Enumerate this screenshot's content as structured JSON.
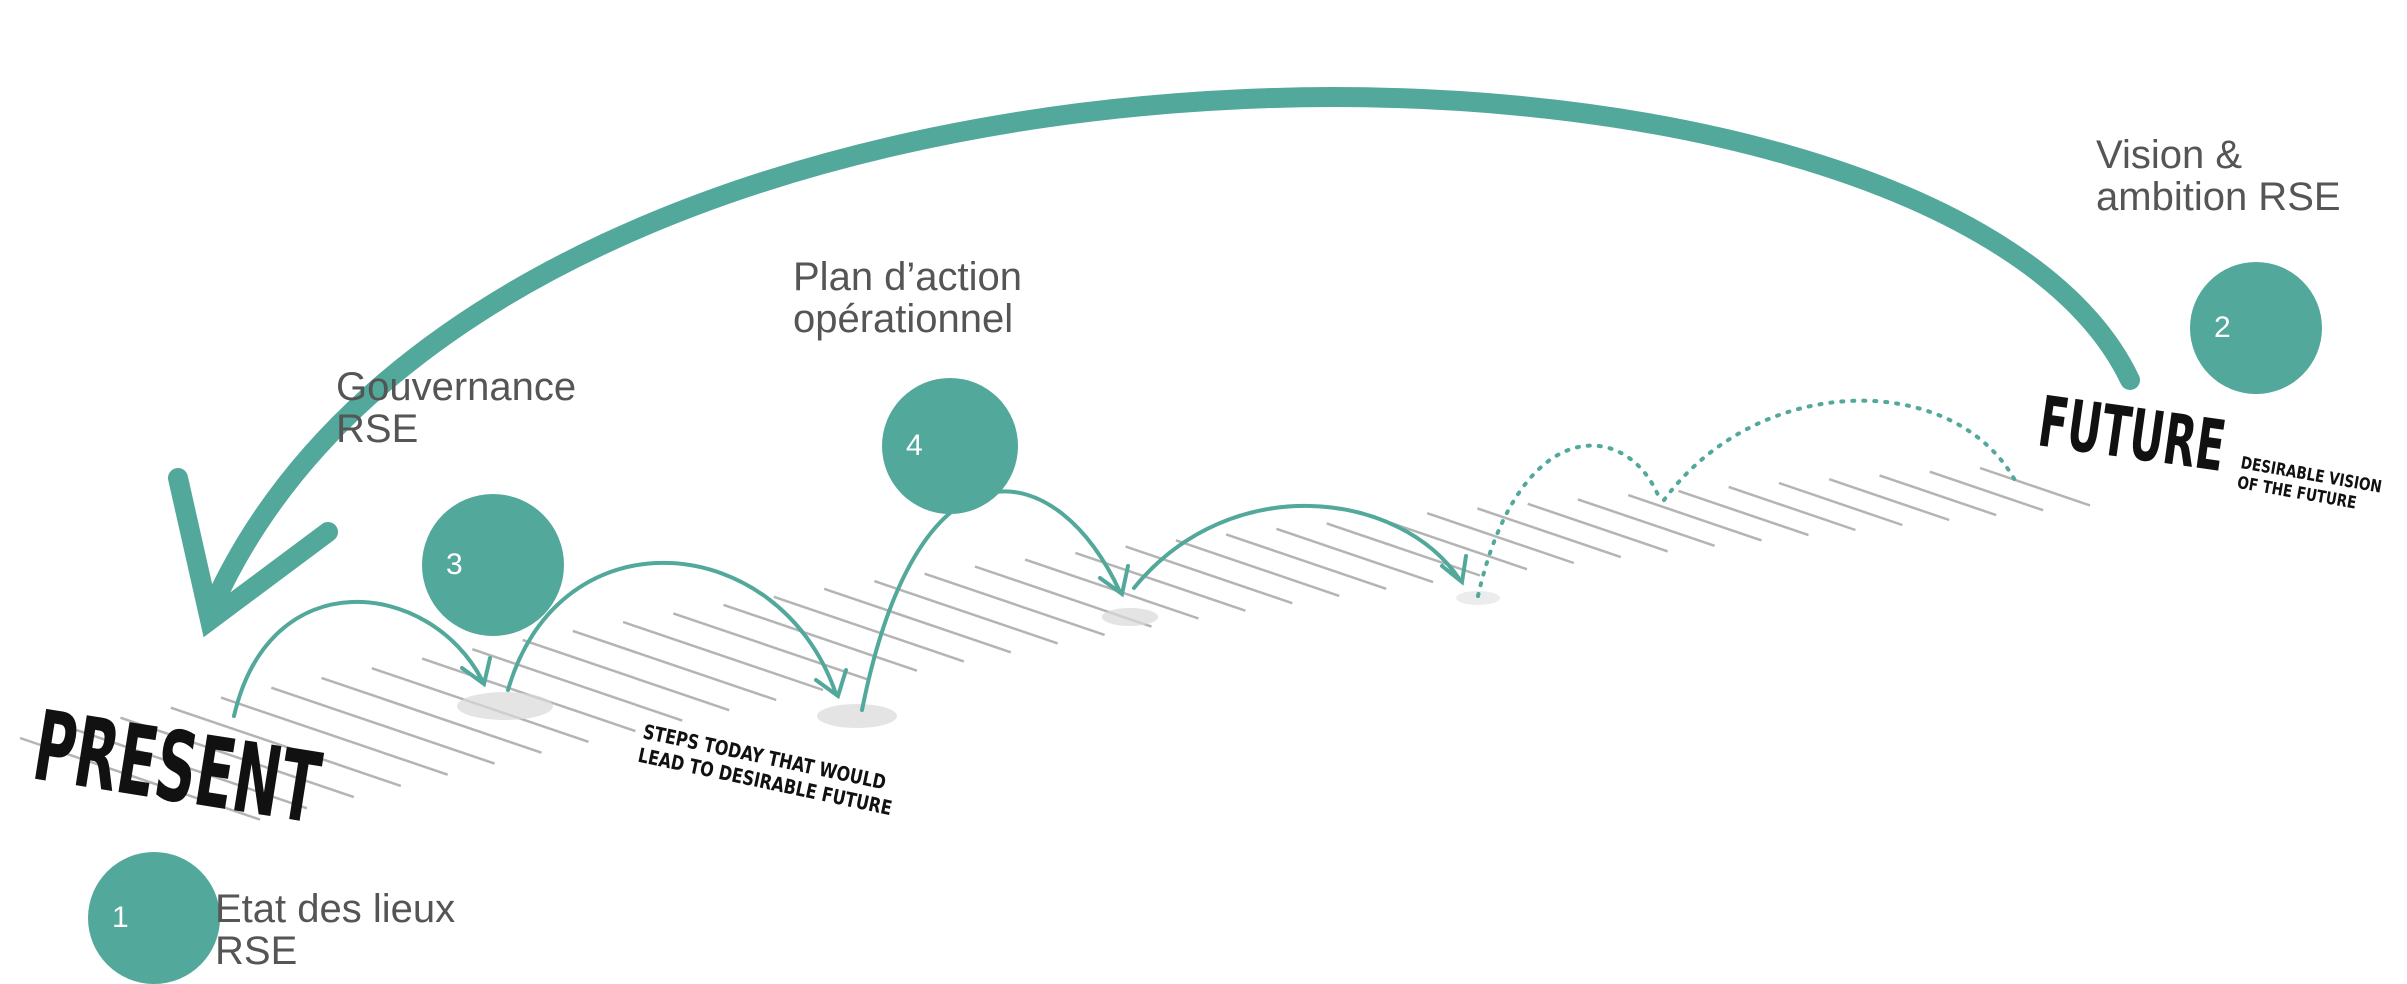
{
  "colors": {
    "accent": "#52a89a",
    "text": "#555555",
    "lines": "#b4b4b4",
    "ink": "#111111"
  },
  "diagram": {
    "present_word": "PRESENT",
    "future_word": "FUTURE",
    "future_caption_line1": "DESIRABLE VISION",
    "future_caption_line2": "OF THE FUTURE",
    "steps_caption_line1": "STEPS TODAY THAT WOULD",
    "steps_caption_line2": "LEAD TO DESIRABLE FUTURE"
  },
  "steps": [
    {
      "number": "1",
      "label_line1": "Etat des lieux",
      "label_line2": "RSE"
    },
    {
      "number": "2",
      "label_line1": "Vision &",
      "label_line2": "ambition RSE"
    },
    {
      "number": "3",
      "label_line1": "Gouvernance",
      "label_line2": "RSE"
    },
    {
      "number": "4",
      "label_line1": "Plan d’action",
      "label_line2": "opérationnel"
    }
  ]
}
